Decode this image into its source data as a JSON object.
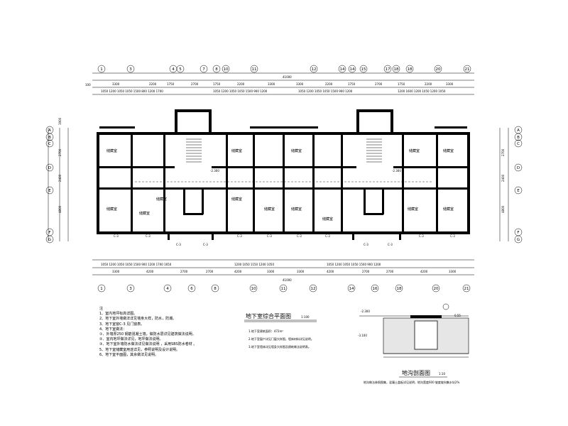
{
  "plan": {
    "axis_labels_top": [
      "1",
      "3",
      "4",
      "5",
      "7",
      "8",
      "10",
      "11",
      "12",
      "14",
      "15",
      "17",
      "18",
      "20",
      "21"
    ],
    "axis_labels_bottom": [
      "1",
      "3",
      "4",
      "6",
      "8",
      "10",
      "11",
      "12",
      "14",
      "16",
      "18",
      "20",
      "21"
    ],
    "axis_labels_left": [
      "A",
      "B",
      "C",
      "D",
      "E",
      "F",
      "G"
    ],
    "overall_top": "41000",
    "overall_bottom": "41000",
    "room_labels": [
      "储藏室",
      "储藏室",
      "储藏室",
      "储藏室",
      "储藏室",
      "储藏室",
      "储藏室",
      "储藏室",
      "储藏室",
      "储藏室",
      "储藏室",
      "储藏室",
      "储藏室",
      "储藏室"
    ],
    "window_labels": [
      "C-3",
      "C-3",
      "C-3",
      "C-3",
      "C-3",
      "C-3",
      "C-3",
      "C-3",
      "C-3",
      "C-3",
      "C-3",
      "C-3"
    ],
    "level_marks": [
      "-2.300",
      "-2.300"
    ]
  },
  "notes": {
    "title": "注",
    "items": [
      "1、室内地坪标高详图。",
      "2、地下室外墙做法详见墙身大样，防水，防潮。",
      "3、地下室窗C-3 见门窗表。",
      "4、地下室做法：",
      "①、外墙厚250 钢筋混凝土墙，做防水层详见建筑做法说明。",
      "②、室内地坪做法详见，地坪做法说明。",
      "③、地下室外墙防水做法详见做法说明 ，采用SBS防水卷材 。",
      "5、地下室储藏室用途详见，参照说明及设计说明。",
      "6、地下室平面图，其余做法见说明。"
    ]
  },
  "table": {
    "title": "地下室综合平面图",
    "scale": "1:100",
    "lines": [
      "1.地下室建筑面积：472m²",
      "2.地下室窗户详见门窗大样图，墙体材料详见说明。",
      "3.地下室墙体详见墙身大样图及建筑做法说明表。"
    ]
  },
  "detail": {
    "title": "地沟剖面图",
    "scale": "1:10",
    "label_top": "-2.300",
    "label_mid": "-3.100",
    "label_right": "0.55",
    "caption": "地沟做法参照图集，混凝土盖板详见说明，地沟宽度600 坡度坡向集水坑2%"
  }
}
